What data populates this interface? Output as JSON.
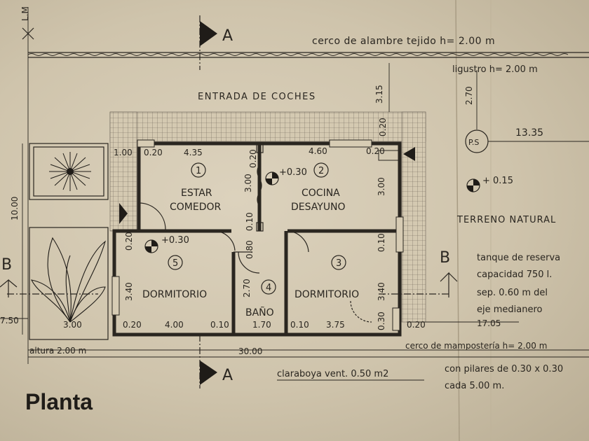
{
  "sheet_title": "Planta",
  "top_labels": {
    "lm": "L.M",
    "cerco_alambre": "cerco de alambre tejido h= 2.00 m",
    "ligustro": "ligustro h= 2.00 m",
    "entrada": "ENTRADA DE COCHES",
    "dim_315": "3.15",
    "dim_270": "2.70"
  },
  "section_marks": {
    "a": "A",
    "b": "B"
  },
  "rooms": [
    {
      "num": "1",
      "name_line1": "ESTAR",
      "name_line2": "COMEDOR"
    },
    {
      "num": "2",
      "name_line1": "COCINA",
      "name_line2": "DESAYUNO"
    },
    {
      "num": "3",
      "name_line1": "DORMITORIO",
      "name_line2": ""
    },
    {
      "num": "4",
      "name_line1": "BAÑO",
      "name_line2": ""
    },
    {
      "num": "5",
      "name_line1": "DORMITORIO",
      "name_line2": ""
    }
  ],
  "levels": {
    "l1": "+0.30",
    "l2": "+0.30",
    "l3": "+ 0.15"
  },
  "ps": {
    "label": "P.S",
    "dist": "13.35"
  },
  "terreno": "TERRENO NATURAL",
  "tanque": {
    "l1": "tanque de reserva",
    "l2": "capacidad 750 l.",
    "l3": "sep. 0.60 m del",
    "l4": "eje medianero"
  },
  "dims": {
    "d100": "1.00",
    "d020a": "0.20",
    "d435": "4.35",
    "d020b": "0.20",
    "d460": "4.60",
    "d020c": "0.20",
    "d020d": "0.20",
    "d300a": "3.00",
    "d300b": "3.00",
    "d010a": "0.10",
    "d080": "0.80",
    "d020e": "0.20",
    "d340a": "3.40",
    "d270": "2.70",
    "d010b": "0.10",
    "d340b": "3.40",
    "d030": "0.30",
    "d1000": "10.00",
    "d750": "7.50",
    "d300c": "3.00",
    "d020f": "0.20",
    "d400": "4.00",
    "d010c": "0.10",
    "d170": "1.70",
    "d010d": "0.10",
    "d375": "3.75",
    "d020g": "0.20",
    "d1705": "17.05",
    "d3000": "30.00"
  },
  "bottom_labels": {
    "altura": "altura 2.00 m",
    "mamposteria": "cerco de mampostería h= 2.00 m",
    "claraboya": "claraboya vent. 0.50 m2",
    "pilares_l1": "con pilares de 0.30 x 0.30",
    "pilares_l2": "cada 5.00 m."
  }
}
